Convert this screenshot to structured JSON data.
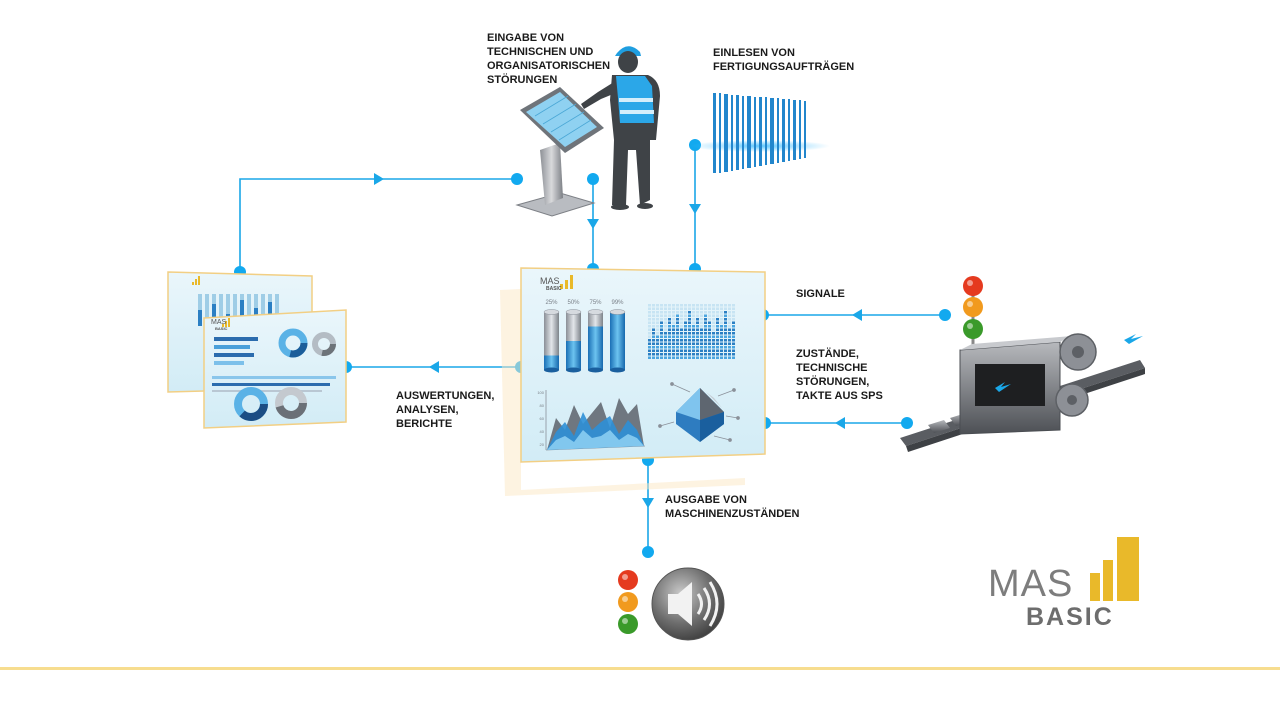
{
  "labels": {
    "eingabe": "EINGABE VON\nTECHNISCHEN UND\nORGANISATORISCHEN\nSTÖRUNGEN",
    "einlesen": "EINLESEN VON\nFERTIGUNGSAUFTRÄGEN",
    "signale": "SIGNALE",
    "zustaende": "ZUSTÄNDE,\nTECHNISCHE\nSTÖRUNGEN,\nTAKTE AUS SPS",
    "auswertungen": "AUSWERTUNGEN,\nANALYSEN,\nBERICHTE",
    "ausgabe": "AUSGABE VON\nMASCHINENZUSTÄNDEN"
  },
  "dashboard": {
    "logo_mas": "MAS",
    "logo_basic": "BASIC",
    "cylinders": [
      {
        "label": "25%",
        "fill": 0.25
      },
      {
        "label": "50%",
        "fill": 0.5
      },
      {
        "label": "75%",
        "fill": 0.75
      },
      {
        "label": "99%",
        "fill": 0.99
      }
    ],
    "area_axis": [
      "100",
      "80",
      "60",
      "40",
      "20"
    ]
  },
  "report": {
    "logo_mas": "MAS",
    "logo_basic": "BASIC"
  },
  "logo": {
    "mas": "MAS",
    "basic": "BASIC"
  },
  "colors": {
    "accent": "#1aa7e8",
    "dot": "#12a9ef",
    "logo_gold": "#e9b92a",
    "traffic_red": "#e53a1f",
    "traffic_amber": "#f19a1e",
    "traffic_green": "#3a9a2a",
    "bottom_rule": "#f7dd8f"
  }
}
